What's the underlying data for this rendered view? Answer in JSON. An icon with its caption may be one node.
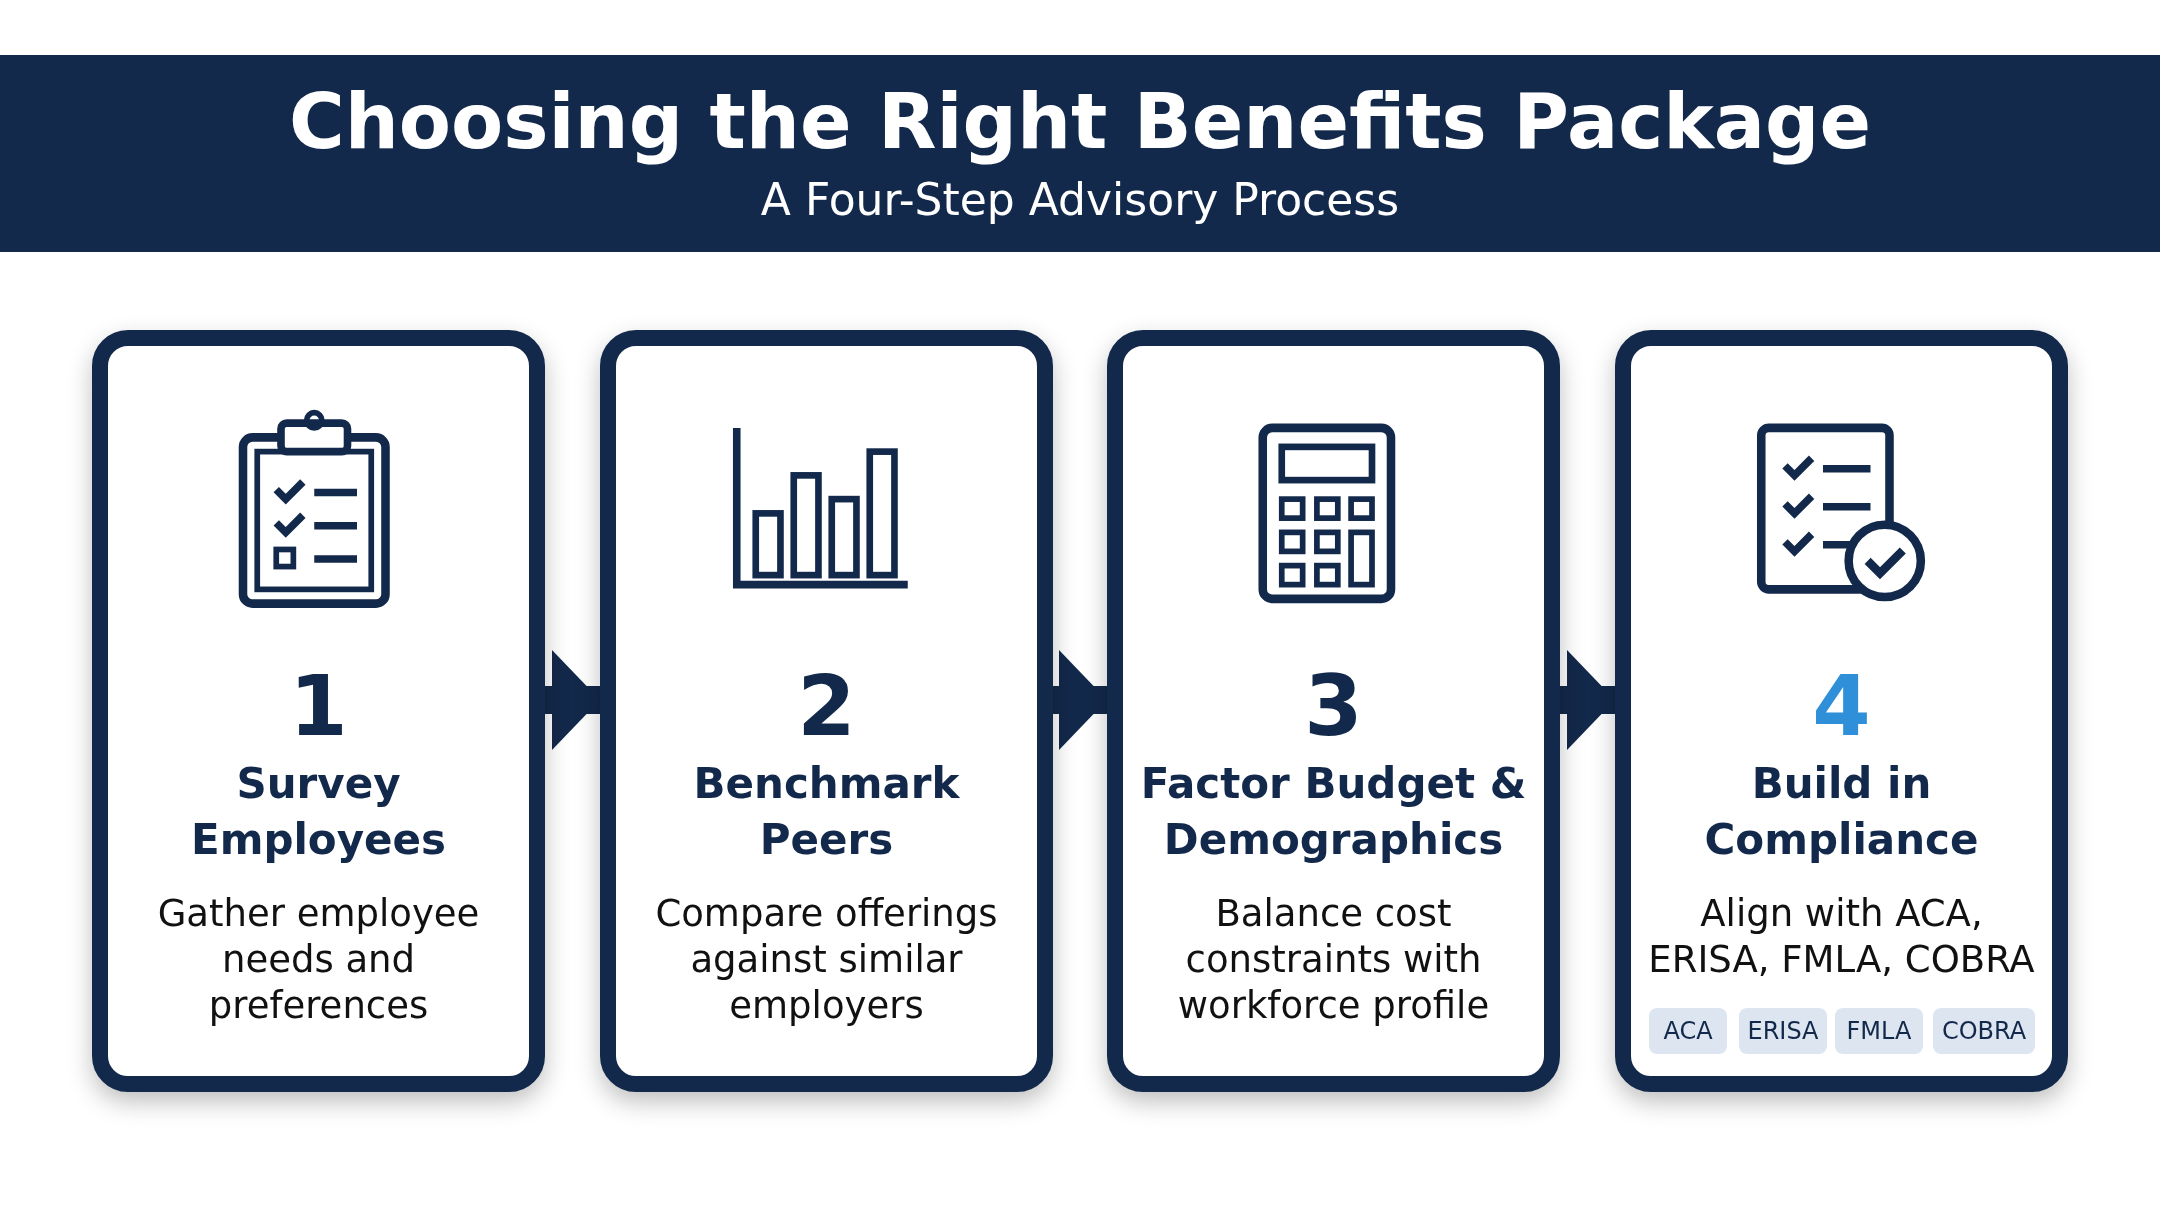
{
  "diagram": {
    "title": "Choosing the Right Benefits Package",
    "nodes": [
      {
        "text": [
          "1",
          "Survey Employees",
          "Gather employee needs and preferences"
        ]
      },
      {
        "text": [
          "2",
          "Benchmark Peers",
          "Compare offerings against similar employers"
        ]
      },
      {
        "text": [
          "3",
          "Factor Budget & Demographics",
          "Balance cost constraints with workforce profile"
        ]
      },
      {
        "text": [
          "4",
          "Build in Compliance",
          "Align with ACA, ERISA, FMLA, COBRA"
        ]
      },
      {
        "text": [
          "ACA"
        ],
        "in": 3
      },
      {
        "text": [
          "ERISA"
        ],
        "in": 3
      },
      {
        "text": [
          "FMLA"
        ],
        "in": 3
      },
      {
        "text": [
          "COBRA"
        ],
        "in": 3
      }
    ],
    "edges": [
      {
        "from": 0,
        "to": 1,
        "arrow": "to"
      },
      {
        "from": 1,
        "to": 2,
        "arrow": "to"
      },
      {
        "from": 2,
        "to": 3,
        "arrow": "to"
      }
    ],
    "labels": [
      "A Four-Step Advisory Process"
    ]
  }
}
